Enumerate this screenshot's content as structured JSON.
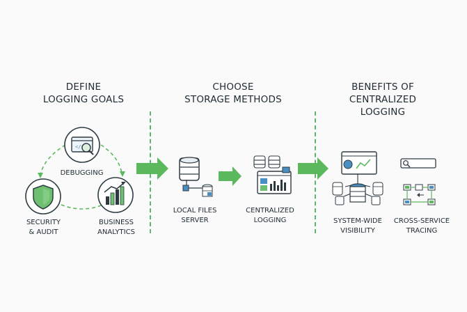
{
  "sections": [
    {
      "title_lines": [
        "DEFINE",
        "LOGGING GOALS"
      ]
    },
    {
      "title_lines": [
        "CHOOSE",
        "STORAGE METHODS"
      ]
    },
    {
      "title_lines": [
        "BENEFITS OF",
        "CENTRALIZED",
        "LOGGING"
      ]
    }
  ],
  "goals": {
    "debugging": "DEBUGGING",
    "security": [
      "SECURITY",
      "& AUDIT"
    ],
    "analytics": [
      "BUSINESS",
      "ANALYTICS"
    ]
  },
  "storage": {
    "local": [
      "LOCAL FILES",
      "SERVER"
    ],
    "central": [
      "CENTRALIZED",
      "LOGGING"
    ]
  },
  "benefits": {
    "visibility": [
      "SYSTEM-WIDE",
      "VISIBILITY"
    ],
    "tracing": [
      "CROSS-SERVICE",
      "TRACING"
    ]
  },
  "colors": {
    "accent": "#5cb85c",
    "icon_dark": "#2d3a40",
    "icon_blue": "#4a8fc4"
  }
}
